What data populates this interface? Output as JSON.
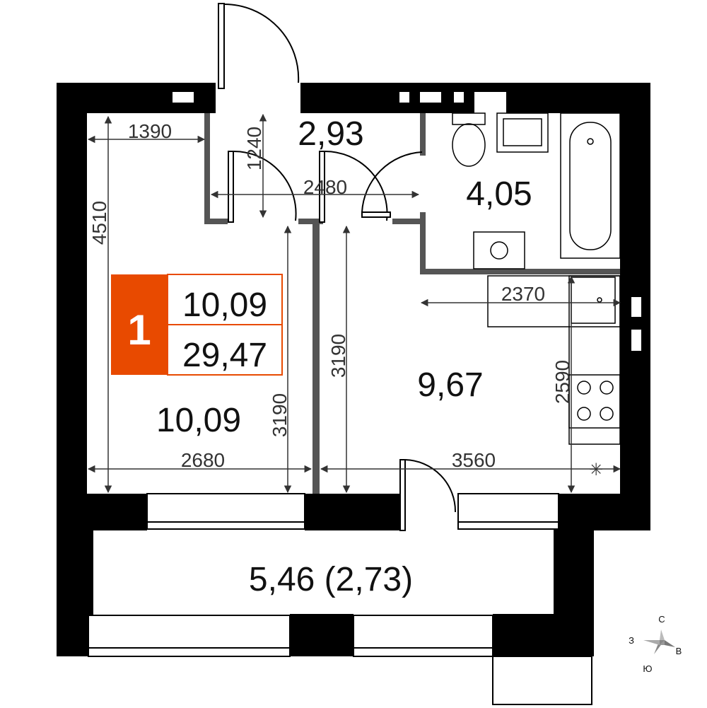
{
  "plan": {
    "badge": {
      "rooms": "1",
      "living_area": "10,09",
      "total_area": "29,47",
      "accent_color": "#e84a00"
    },
    "areas": {
      "room": "10,09",
      "hall": "2,93",
      "bathroom": "4,05",
      "kitchen": "9,67",
      "balcony": "5,46 (2,73)"
    },
    "dimensions": {
      "d1390": "1390",
      "d4510": "4510",
      "d1240": "1240",
      "d2480": "2480",
      "d2370": "2370",
      "d3190_room": "3190",
      "d3190_kitchen": "3190",
      "d2590": "2590",
      "d2680": "2680",
      "d3560": "3560"
    },
    "compass": {
      "north": "С",
      "west": "З",
      "east": "В",
      "south": "Ю"
    }
  }
}
